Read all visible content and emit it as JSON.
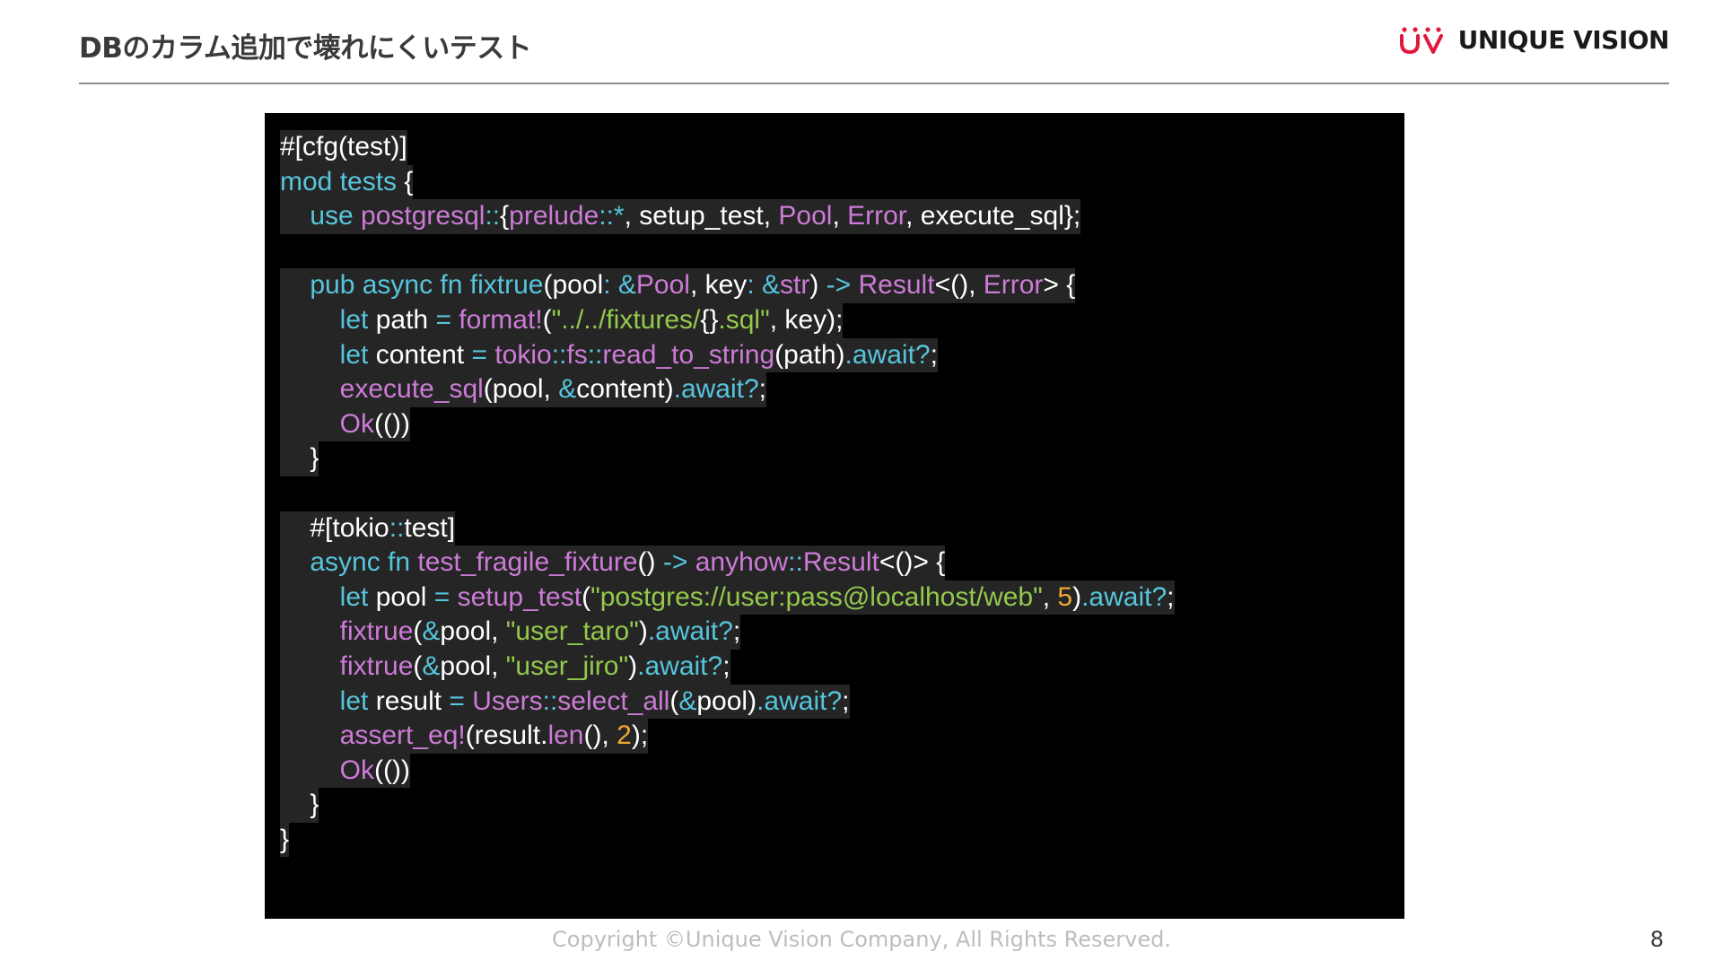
{
  "slide": {
    "title": "DBのカラム追加で壊れにくいテスト",
    "logo_text": "UNIQUE VISION",
    "footer": "Copyright ©Unique Vision Company, All Rights Reserved.",
    "page_number": "8",
    "colors": {
      "code_background": "#000000",
      "code_highlight": "#252525",
      "cyan": "#56c5dc",
      "purple": "#cc7bd6",
      "green": "#94c94c",
      "orange": "#f0a830",
      "logo_red": "#e3173d"
    }
  },
  "code": {
    "language": "rust",
    "lines": [
      [
        {
          "t": "#[cfg(test)]",
          "c": "w"
        }
      ],
      [
        {
          "t": "mod ",
          "c": "c"
        },
        {
          "t": "tests",
          "c": "c"
        },
        {
          "t": " {",
          "c": "w"
        }
      ],
      [
        {
          "t": "    use ",
          "c": "c"
        },
        {
          "t": "postgresql",
          "c": "p"
        },
        {
          "t": "::",
          "c": "c"
        },
        {
          "t": "{",
          "c": "w"
        },
        {
          "t": "prelude",
          "c": "p"
        },
        {
          "t": "::*",
          "c": "c"
        },
        {
          "t": ", setup_test, ",
          "c": "w"
        },
        {
          "t": "Pool",
          "c": "p"
        },
        {
          "t": ", ",
          "c": "w"
        },
        {
          "t": "Error",
          "c": "p"
        },
        {
          "t": ", execute_sql};",
          "c": "w"
        }
      ],
      [],
      [
        {
          "t": "    pub async fn ",
          "c": "c"
        },
        {
          "t": "fixtrue",
          "c": "c"
        },
        {
          "t": "(pool",
          "c": "w"
        },
        {
          "t": ": &",
          "c": "c"
        },
        {
          "t": "Pool",
          "c": "p"
        },
        {
          "t": ", key",
          "c": "w"
        },
        {
          "t": ": &",
          "c": "c"
        },
        {
          "t": "str",
          "c": "p"
        },
        {
          "t": ") ",
          "c": "w"
        },
        {
          "t": "-> ",
          "c": "c"
        },
        {
          "t": "Result",
          "c": "p"
        },
        {
          "t": "<(), ",
          "c": "w"
        },
        {
          "t": "Error",
          "c": "p"
        },
        {
          "t": "> {",
          "c": "w"
        }
      ],
      [
        {
          "t": "        let ",
          "c": "c"
        },
        {
          "t": "path ",
          "c": "w"
        },
        {
          "t": "= ",
          "c": "c"
        },
        {
          "t": "format!",
          "c": "p"
        },
        {
          "t": "(",
          "c": "w"
        },
        {
          "t": "\"../../fixtures/",
          "c": "g"
        },
        {
          "t": "{}",
          "c": "w"
        },
        {
          "t": ".sql\"",
          "c": "g"
        },
        {
          "t": ", key);",
          "c": "w"
        }
      ],
      [
        {
          "t": "        let ",
          "c": "c"
        },
        {
          "t": "content ",
          "c": "w"
        },
        {
          "t": "= ",
          "c": "c"
        },
        {
          "t": "tokio",
          "c": "p"
        },
        {
          "t": "::",
          "c": "c"
        },
        {
          "t": "fs",
          "c": "p"
        },
        {
          "t": "::",
          "c": "c"
        },
        {
          "t": "read_to_string",
          "c": "p"
        },
        {
          "t": "(path)",
          "c": "w"
        },
        {
          "t": ".await?",
          "c": "c"
        },
        {
          "t": ";",
          "c": "w"
        }
      ],
      [
        {
          "t": "        execute_sql",
          "c": "p"
        },
        {
          "t": "(pool, ",
          "c": "w"
        },
        {
          "t": "&",
          "c": "c"
        },
        {
          "t": "content)",
          "c": "w"
        },
        {
          "t": ".await?",
          "c": "c"
        },
        {
          "t": ";",
          "c": "w"
        }
      ],
      [
        {
          "t": "        Ok",
          "c": "p"
        },
        {
          "t": "(())",
          "c": "w"
        }
      ],
      [
        {
          "t": "    }",
          "c": "w"
        }
      ],
      [],
      [
        {
          "t": "    #[tokio",
          "c": "w"
        },
        {
          "t": "::",
          "c": "c"
        },
        {
          "t": "test]",
          "c": "w"
        }
      ],
      [
        {
          "t": "    async fn ",
          "c": "c"
        },
        {
          "t": "test_fragile_fixture",
          "c": "p"
        },
        {
          "t": "() ",
          "c": "w"
        },
        {
          "t": "-> ",
          "c": "c"
        },
        {
          "t": "anyhow",
          "c": "p"
        },
        {
          "t": "::",
          "c": "c"
        },
        {
          "t": "Result",
          "c": "p"
        },
        {
          "t": "<()> {",
          "c": "w"
        }
      ],
      [
        {
          "t": "        let ",
          "c": "c"
        },
        {
          "t": "pool ",
          "c": "w"
        },
        {
          "t": "= ",
          "c": "c"
        },
        {
          "t": "setup_test",
          "c": "p"
        },
        {
          "t": "(",
          "c": "w"
        },
        {
          "t": "\"postgres://user:pass@localhost/web\"",
          "c": "g"
        },
        {
          "t": ", ",
          "c": "w"
        },
        {
          "t": "5",
          "c": "o"
        },
        {
          "t": ")",
          "c": "w"
        },
        {
          "t": ".await?",
          "c": "c"
        },
        {
          "t": ";",
          "c": "w"
        }
      ],
      [
        {
          "t": "        fixtrue",
          "c": "p"
        },
        {
          "t": "(",
          "c": "w"
        },
        {
          "t": "&",
          "c": "c"
        },
        {
          "t": "pool, ",
          "c": "w"
        },
        {
          "t": "\"user_taro\"",
          "c": "g"
        },
        {
          "t": ")",
          "c": "w"
        },
        {
          "t": ".await?",
          "c": "c"
        },
        {
          "t": ";",
          "c": "w"
        }
      ],
      [
        {
          "t": "        fixtrue",
          "c": "p"
        },
        {
          "t": "(",
          "c": "w"
        },
        {
          "t": "&",
          "c": "c"
        },
        {
          "t": "pool, ",
          "c": "w"
        },
        {
          "t": "\"user_jiro\"",
          "c": "g"
        },
        {
          "t": ")",
          "c": "w"
        },
        {
          "t": ".await?",
          "c": "c"
        },
        {
          "t": ";",
          "c": "w"
        }
      ],
      [
        {
          "t": "        let ",
          "c": "c"
        },
        {
          "t": "result ",
          "c": "w"
        },
        {
          "t": "= ",
          "c": "c"
        },
        {
          "t": "Users",
          "c": "p"
        },
        {
          "t": "::",
          "c": "c"
        },
        {
          "t": "select_all",
          "c": "p"
        },
        {
          "t": "(",
          "c": "w"
        },
        {
          "t": "&",
          "c": "c"
        },
        {
          "t": "pool)",
          "c": "w"
        },
        {
          "t": ".await?",
          "c": "c"
        },
        {
          "t": ";",
          "c": "w"
        }
      ],
      [
        {
          "t": "        assert_eq!",
          "c": "p"
        },
        {
          "t": "(result.",
          "c": "w"
        },
        {
          "t": "len",
          "c": "p"
        },
        {
          "t": "(), ",
          "c": "w"
        },
        {
          "t": "2",
          "c": "o"
        },
        {
          "t": ");",
          "c": "w"
        }
      ],
      [
        {
          "t": "        Ok",
          "c": "p"
        },
        {
          "t": "(())",
          "c": "w"
        }
      ],
      [
        {
          "t": "    }",
          "c": "w"
        }
      ],
      [
        {
          "t": "}",
          "c": "w"
        }
      ]
    ]
  }
}
